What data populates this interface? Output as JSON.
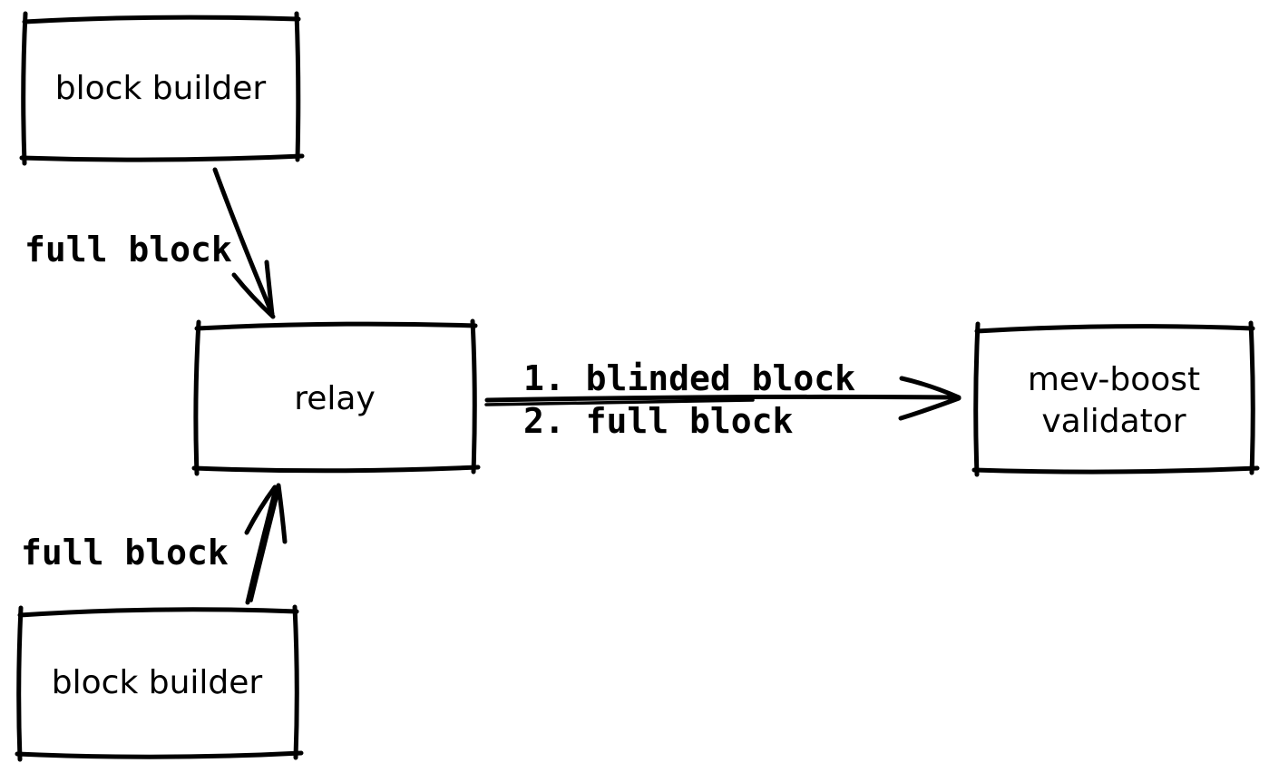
{
  "diagram": {
    "title": "mev-boost block flow diagram",
    "background_color": "#ffffff",
    "stroke_color": "#000000",
    "nodes": [
      {
        "id": "block-builder-top",
        "label": "block builder"
      },
      {
        "id": "relay",
        "label": "relay"
      },
      {
        "id": "mev-boost-validator",
        "label_line1": "mev-boost",
        "label_line2": "validator"
      },
      {
        "id": "block-builder-bottom",
        "label": "block builder"
      }
    ],
    "edges": [
      {
        "id": "top-builder-to-relay",
        "label": "full block"
      },
      {
        "id": "bottom-builder-to-relay",
        "label": "full block"
      },
      {
        "id": "relay-to-validator",
        "label_line1": "1. blinded block",
        "label_line2": "2. full block"
      }
    ]
  }
}
